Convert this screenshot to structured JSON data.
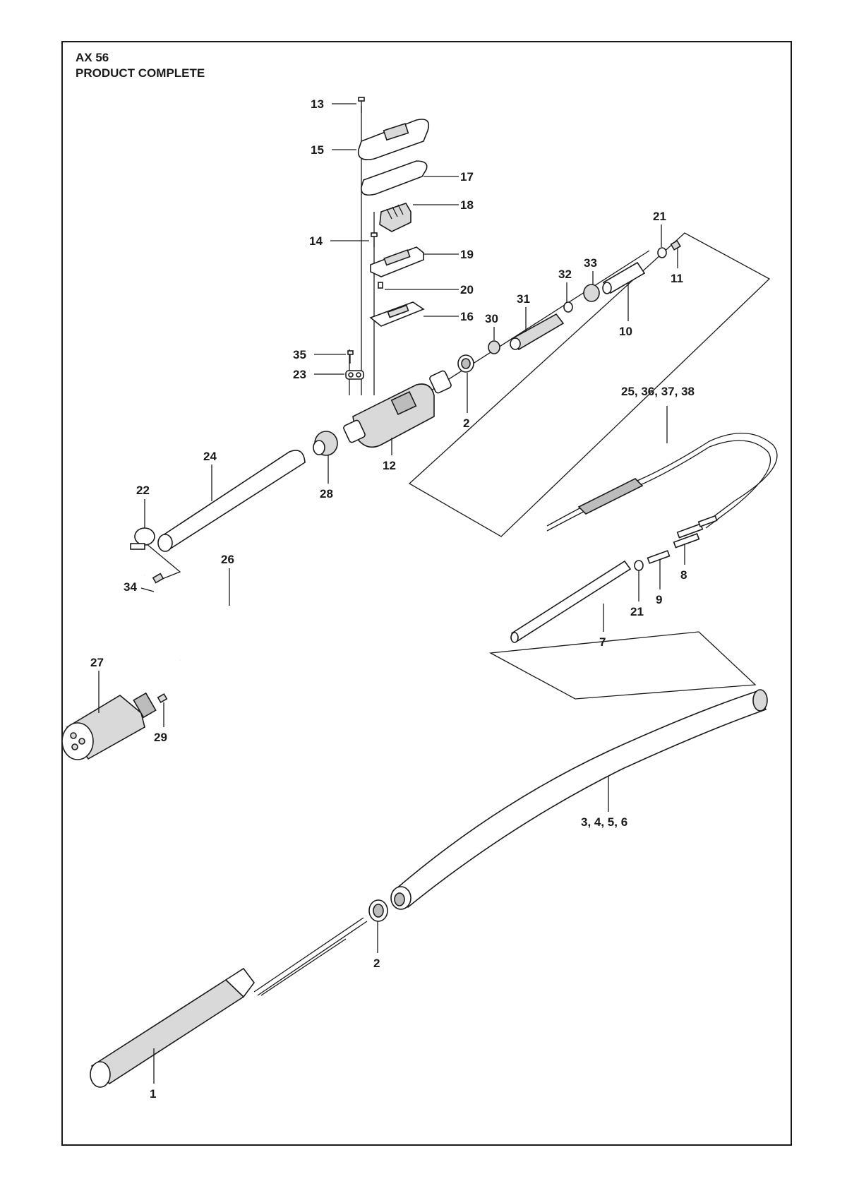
{
  "header": {
    "model": "AX 56",
    "section": "PRODUCT COMPLETE"
  },
  "callouts": [
    {
      "id": "c13",
      "text": "13"
    },
    {
      "id": "c15",
      "text": "15"
    },
    {
      "id": "c17",
      "text": "17"
    },
    {
      "id": "c18",
      "text": "18"
    },
    {
      "id": "c14",
      "text": "14"
    },
    {
      "id": "c19",
      "text": "19"
    },
    {
      "id": "c20",
      "text": "20"
    },
    {
      "id": "c16",
      "text": "16"
    },
    {
      "id": "c35",
      "text": "35"
    },
    {
      "id": "c23",
      "text": "23"
    },
    {
      "id": "c12",
      "text": "12"
    },
    {
      "id": "c2a",
      "text": "2"
    },
    {
      "id": "c30",
      "text": "30"
    },
    {
      "id": "c31",
      "text": "31"
    },
    {
      "id": "c32",
      "text": "32"
    },
    {
      "id": "c33",
      "text": "33"
    },
    {
      "id": "c10",
      "text": "10"
    },
    {
      "id": "c21a",
      "text": "21"
    },
    {
      "id": "c11",
      "text": "11"
    },
    {
      "id": "c24",
      "text": "24"
    },
    {
      "id": "c28",
      "text": "28"
    },
    {
      "id": "c22",
      "text": "22"
    },
    {
      "id": "c26",
      "text": "26"
    },
    {
      "id": "c34",
      "text": "34"
    },
    {
      "id": "c27",
      "text": "27"
    },
    {
      "id": "c29",
      "text": "29"
    },
    {
      "id": "c25",
      "text": "25, 36, 37, 38"
    },
    {
      "id": "c8",
      "text": "8"
    },
    {
      "id": "c9",
      "text": "9"
    },
    {
      "id": "c21b",
      "text": "21"
    },
    {
      "id": "c7",
      "text": "7"
    },
    {
      "id": "c3",
      "text": "3, 4, 5, 6"
    },
    {
      "id": "c2b",
      "text": "2"
    },
    {
      "id": "c1",
      "text": "1"
    }
  ]
}
